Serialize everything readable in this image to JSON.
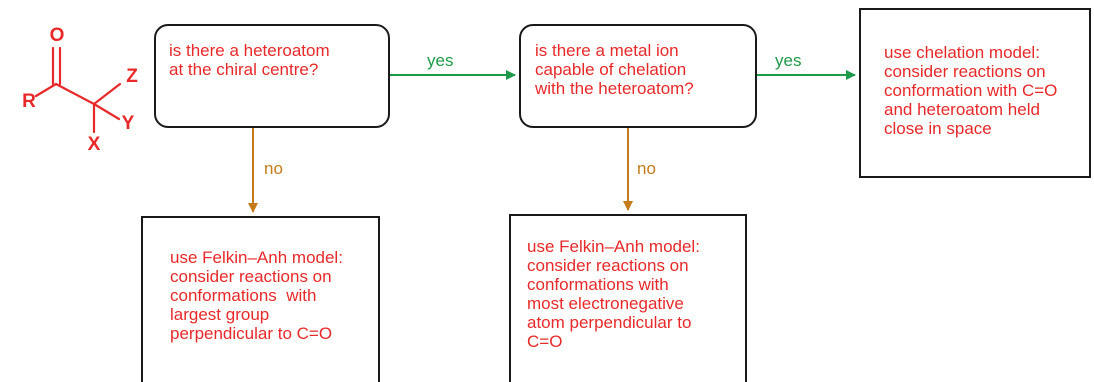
{
  "colors": {
    "text": "#e8292a",
    "yes_arrow": "#1f9a4a",
    "no_arrow": "#c47b1b",
    "border": "#1a1a1a",
    "molecule": "#e8292a"
  },
  "molecule": {
    "atoms": {
      "o": "O",
      "r": "R",
      "z": "Z",
      "y": "Y",
      "x": "X"
    }
  },
  "nodes": {
    "q1": {
      "lines": [
        "is there a heteroatom",
        "at the chiral centre?"
      ]
    },
    "q2": {
      "lines": [
        "is there a metal ion",
        "capable of chelation",
        "with the heteroatom?"
      ]
    },
    "chelation": {
      "lines": [
        "use chelation model:",
        "consider reactions on",
        "conformation with C=O",
        "and heteroatom held",
        "close in space"
      ]
    },
    "felkin1": {
      "lines": [
        "use Felkin–Anh model:",
        "consider reactions on",
        "conformations  with",
        "largest group",
        "perpendicular to C=O"
      ]
    },
    "felkin2": {
      "lines": [
        "use Felkin–Anh model:",
        "consider reactions on",
        "conformations with",
        "most electronegative",
        "atom perpendicular to",
        "C=O"
      ]
    }
  },
  "edges": {
    "q1_yes": "yes",
    "q2_yes": "yes",
    "q1_no": "no",
    "q2_no": "no"
  }
}
